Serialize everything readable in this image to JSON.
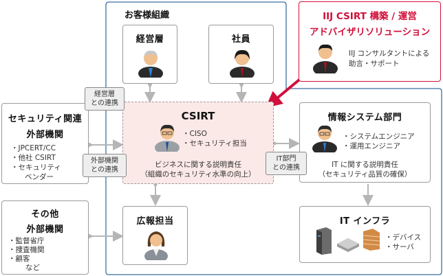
{
  "customer_org": {
    "label": "お客様組織"
  },
  "management": {
    "title": "経営層"
  },
  "employees": {
    "title": "社員"
  },
  "iij_box": {
    "title_line1": "IIJ CSIRT 構築 / 運営",
    "title_line2": "アドバイザリソリューション",
    "desc_line1": "IIJ コンサルタントによる",
    "desc_line2": "助言・サポート",
    "accent_color": "#d0103a"
  },
  "security_external": {
    "title_line1": "セキュリティ関連",
    "title_line2": "外部機関",
    "items": [
      "JPCERT/CC",
      "他社 CSIRT",
      "セキュリティ"
    ],
    "items_cont": "ベンダー"
  },
  "csirt": {
    "title": "CSIRT",
    "members": [
      "CISO",
      "セキュリティ担当"
    ],
    "desc_line1": "ビジネスに関する説明責任",
    "desc_line2": "（組織のセキュリティ水準の向上）",
    "bg_color": "#fbe9e7"
  },
  "info_sys": {
    "title": "情報システム部門",
    "members": [
      "システムエンジニア",
      "運用エンジニア"
    ],
    "desc_line1": "IT に関する説明責任",
    "desc_line2": "（セキュリティ品質の確保）"
  },
  "link_labels": {
    "management": {
      "line1": "経営層",
      "line2": "との連携"
    },
    "external": {
      "line1": "外部機関",
      "line2": "との連携"
    },
    "it": {
      "line1": "IT部門",
      "line2": "との連携"
    }
  },
  "other_external": {
    "title_line1": "その他",
    "title_line2": "外部機関",
    "items": [
      "監督省庁",
      "捜査機関",
      "顧客"
    ],
    "etc": "など"
  },
  "pr": {
    "title": "広報担当"
  },
  "it_infra": {
    "title": "IT インフラ",
    "items": [
      "デバイス",
      "サーバ"
    ]
  },
  "colors": {
    "org_border": "#3a6fa0",
    "accent_red": "#d0103a",
    "arrow_gray": "#b5b5b5"
  }
}
